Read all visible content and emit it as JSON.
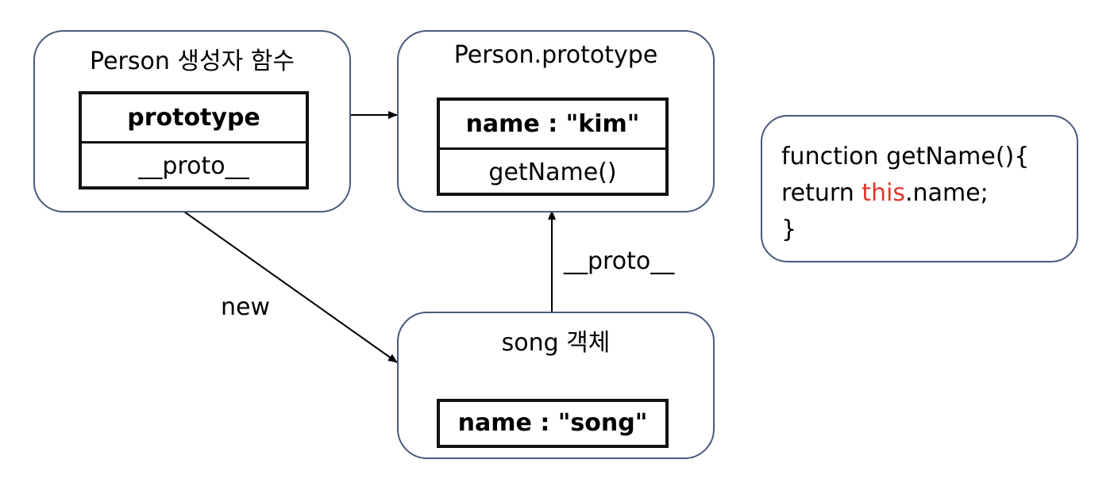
{
  "nodes": {
    "constructor": {
      "title": "Person 생성자 함수",
      "fields": [
        "prototype",
        "__proto__"
      ]
    },
    "prototype_object": {
      "title": "Person.prototype",
      "fields": [
        "name : \"kim\"",
        "getName()"
      ]
    },
    "instance": {
      "title": "song 객체",
      "fields": [
        "name : \"song\""
      ]
    }
  },
  "edges": {
    "new_label": "new",
    "proto_label": "__proto__"
  },
  "code": {
    "line1": "function getName(){",
    "line2_before": "return ",
    "line2_keyword": "this",
    "line2_after": ".name;",
    "line3": "}",
    "keyword_color": "#e0382b"
  }
}
